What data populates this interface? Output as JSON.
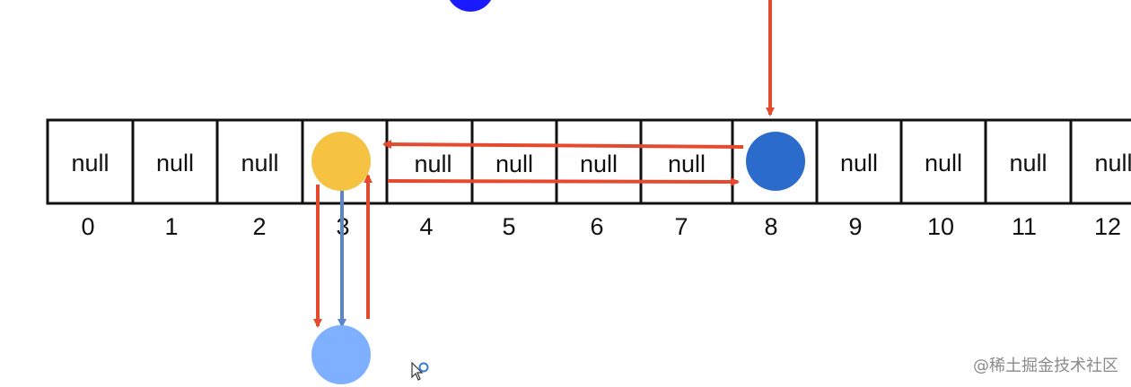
{
  "cells": [
    "null",
    "null",
    "null",
    "",
    "null",
    "null",
    "null",
    "null",
    "",
    "null",
    "null",
    "null",
    "null"
  ],
  "indices": [
    "0",
    "1",
    "2",
    "3",
    "4",
    "5",
    "6",
    "7",
    "8",
    "9",
    "10",
    "11",
    "12"
  ],
  "nodes": [
    {
      "id": "top-node",
      "color": "#1a1aff"
    },
    {
      "id": "node-3",
      "color": "#f5c242"
    },
    {
      "id": "node-8",
      "color": "#2b6bcc"
    },
    {
      "id": "node-below-3",
      "color": "#7fb0ff"
    }
  ],
  "arrow_colors": {
    "red": "#e64a2e",
    "blue": "#5b86c8"
  },
  "watermark": "@稀土掘金技术社区"
}
